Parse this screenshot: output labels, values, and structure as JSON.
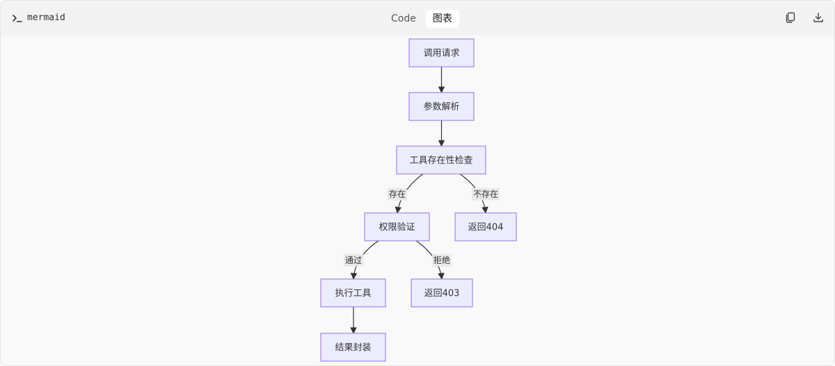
{
  "header": {
    "lang_label": "mermaid",
    "tabs": [
      {
        "label": "Code",
        "active": false
      },
      {
        "label": "图表",
        "active": true
      }
    ],
    "actions": [
      "copy-icon",
      "download-icon"
    ]
  },
  "diagram": {
    "type": "flowchart",
    "colors": {
      "node_fill": "#ececff",
      "node_stroke": "#9370db",
      "edge": "#333333",
      "edge_label_bg": "#e8e8e8"
    },
    "nodes": [
      {
        "id": "call",
        "label": "调用请求"
      },
      {
        "id": "parse",
        "label": "参数解析"
      },
      {
        "id": "exists",
        "label": "工具存在性检查"
      },
      {
        "id": "auth",
        "label": "权限验证"
      },
      {
        "id": "r404",
        "label": "返回404"
      },
      {
        "id": "exec",
        "label": "执行工具"
      },
      {
        "id": "r403",
        "label": "返回403"
      },
      {
        "id": "wrap",
        "label": "结果封装"
      }
    ],
    "edges": [
      {
        "from": "call",
        "to": "parse",
        "label": ""
      },
      {
        "from": "parse",
        "to": "exists",
        "label": ""
      },
      {
        "from": "exists",
        "to": "auth",
        "label": "存在"
      },
      {
        "from": "exists",
        "to": "r404",
        "label": "不存在"
      },
      {
        "from": "auth",
        "to": "exec",
        "label": "通过"
      },
      {
        "from": "auth",
        "to": "r403",
        "label": "拒绝"
      },
      {
        "from": "exec",
        "to": "wrap",
        "label": ""
      }
    ]
  }
}
